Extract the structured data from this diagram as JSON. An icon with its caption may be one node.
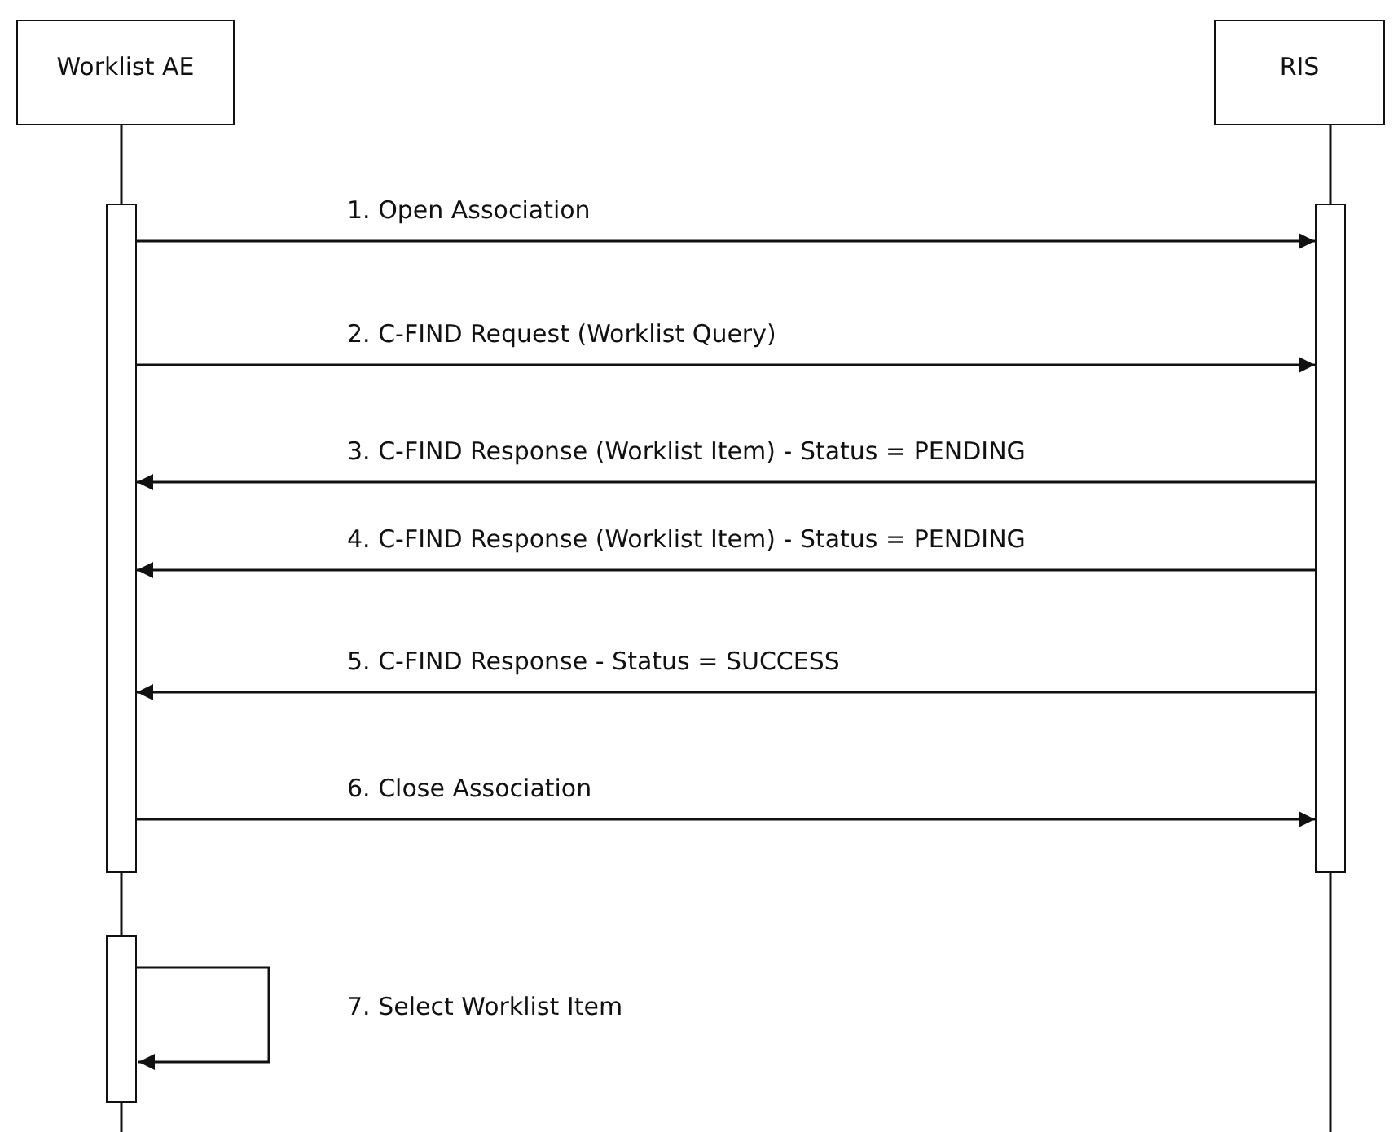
{
  "diagram": {
    "nodes": [
      {
        "text": [
          "Worklist AE"
        ]
      },
      {
        "text": [
          "RIS"
        ]
      },
      {
        "text": [],
        "shape": "bar"
      },
      {
        "text": [],
        "shape": "bar"
      },
      {
        "text": [],
        "shape": "bar"
      }
    ],
    "edges": [
      {
        "from": 2,
        "to": 3,
        "arrow": "to",
        "label": "1. Open Association"
      },
      {
        "from": 2,
        "to": 3,
        "arrow": "to",
        "label": "2. C-FIND Request (Worklist Query)"
      },
      {
        "from": 3,
        "to": 2,
        "arrow": "to",
        "label": "3. C-FIND Response (Worklist Item) - Status = PENDING"
      },
      {
        "from": 3,
        "to": 2,
        "arrow": "to",
        "label": "4. C-FIND Response (Worklist Item) - Status = PENDING"
      },
      {
        "from": 3,
        "to": 2,
        "arrow": "to",
        "label": "5. C-FIND Response - Status = SUCCESS"
      },
      {
        "from": 2,
        "to": 3,
        "arrow": "to",
        "label": "6. Close Association"
      },
      {
        "from": 4,
        "to": 4,
        "arrow": "to",
        "label": "7. Select Worklist Item"
      },
      {
        "from": 0,
        "to": 2,
        "arrow": "none"
      },
      {
        "from": 2,
        "to": 4,
        "arrow": "none"
      },
      {
        "from": 1,
        "to": 3,
        "arrow": "none"
      }
    ]
  }
}
